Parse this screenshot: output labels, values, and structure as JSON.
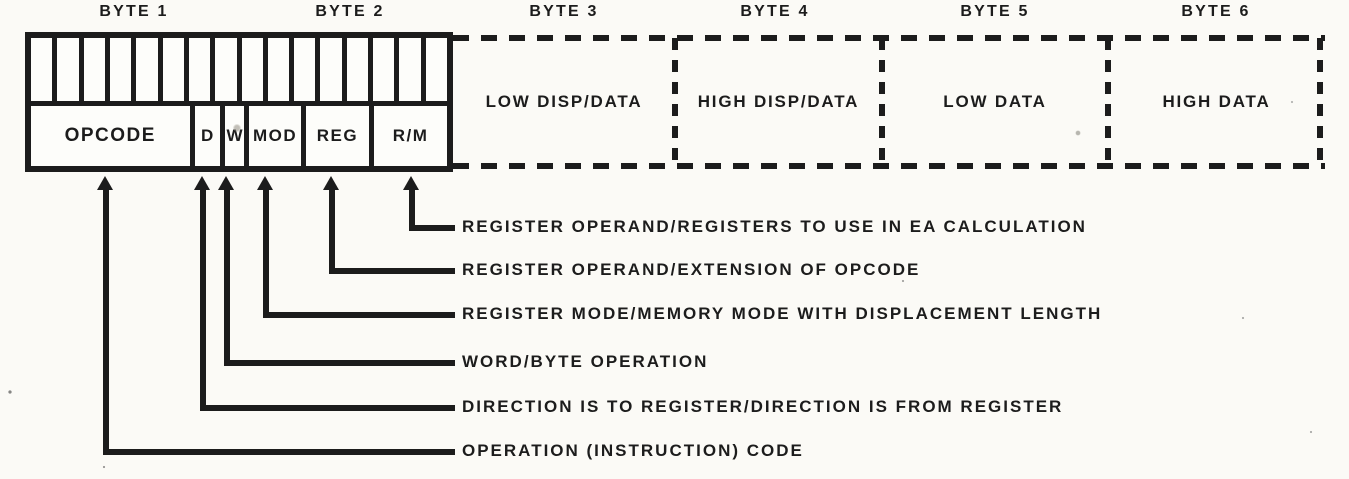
{
  "diagram": {
    "byte_headers": [
      "BYTE 1",
      "BYTE 2",
      "BYTE 3",
      "BYTE 4",
      "BYTE 5",
      "BYTE 6"
    ],
    "bit_cells": 16,
    "fields": [
      {
        "name": "OPCODE",
        "label": "OPCODE"
      },
      {
        "name": "D",
        "label": "D"
      },
      {
        "name": "W",
        "label": "W"
      },
      {
        "name": "MOD",
        "label": "MOD"
      },
      {
        "name": "REG",
        "label": "REG"
      },
      {
        "name": "R/M",
        "label": "R/M"
      }
    ],
    "extension_bytes": [
      {
        "byte": "BYTE 3",
        "label": "LOW DISP/DATA"
      },
      {
        "byte": "BYTE 4",
        "label": "HIGH DISP/DATA"
      },
      {
        "byte": "BYTE 5",
        "label": "LOW DATA"
      },
      {
        "byte": "BYTE 6",
        "label": "HIGH DATA"
      }
    ],
    "annotations": [
      {
        "field": "R/M",
        "label": "REGISTER OPERAND/REGISTERS TO USE IN EA CALCULATION"
      },
      {
        "field": "REG",
        "label": "REGISTER OPERAND/EXTENSION OF OPCODE"
      },
      {
        "field": "MOD",
        "label": "REGISTER MODE/MEMORY MODE WITH DISPLACEMENT LENGTH"
      },
      {
        "field": "W",
        "label": "WORD/BYTE OPERATION"
      },
      {
        "field": "D",
        "label": "DIRECTION IS TO REGISTER/DIRECTION IS FROM REGISTER"
      },
      {
        "field": "OPCODE",
        "label": "OPERATION (INSTRUCTION) CODE"
      }
    ]
  },
  "colors": {
    "ink": "#1c1c1c",
    "paper": "#fbfaf6"
  }
}
